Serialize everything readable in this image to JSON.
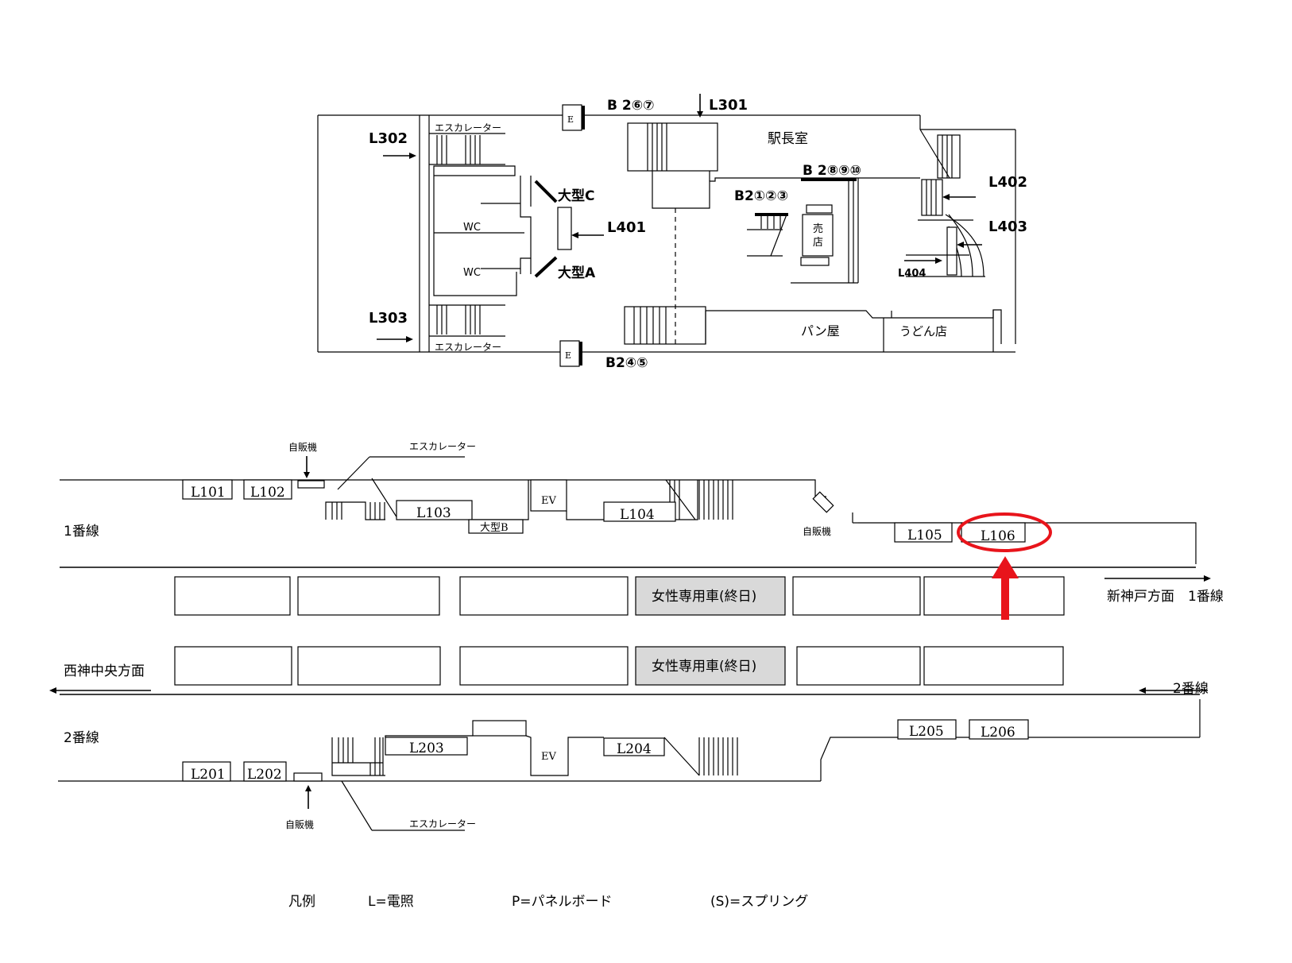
{
  "upper_floor": {
    "labels": {
      "l301": "L301",
      "l302": "L302",
      "l303": "L303",
      "l401": "L401",
      "l402": "L402",
      "l403": "L403",
      "l404": "L404",
      "b2_678": "B 2⑥⑦",
      "b2_8910": "B 2⑧⑨⑩",
      "b2_123": "B2①②③",
      "b2_45": "B2④⑤",
      "station_master": "駅長室",
      "escalator_top": "エスカレーター",
      "escalator_bottom": "エスカレーター",
      "wc_1": "WC",
      "wc_2": "WC",
      "large_c": "大型C",
      "large_a": "大型A",
      "kiosk_1": "売",
      "kiosk_2": "店",
      "bakery": "パン屋",
      "udon": "うどん店",
      "exit_top": "E",
      "exit_bottom": "E"
    }
  },
  "platform": {
    "line1": "1番線",
    "line2": "2番線",
    "to_shinkobe": "新神戸方面　1番線",
    "to_seishin": "西神中央方面",
    "line2_right": "2番線",
    "vending_top": "自販機",
    "vending_bottom": "自販機",
    "vending_mid": "自販機",
    "escalator_top": "エスカレーター",
    "escalator_bottom": "エスカレーター",
    "ev_1": "EV",
    "ev_2": "EV",
    "large_b": "大型B",
    "lights_top": [
      "L101",
      "L102",
      "L103",
      "L104",
      "L105",
      "L106"
    ],
    "lights_bottom": [
      "L201",
      "L202",
      "L203",
      "L204",
      "L205",
      "L206"
    ],
    "women_car_1": "女性専用車(終日)",
    "women_car_2": "女性専用車(終日)",
    "highlighted_light": "L106",
    "highlight_color": "#e8141b"
  },
  "legend": {
    "title": "凡例",
    "l": "L=電照",
    "p": "P=パネルボード",
    "s": "(S)=スプリング"
  }
}
